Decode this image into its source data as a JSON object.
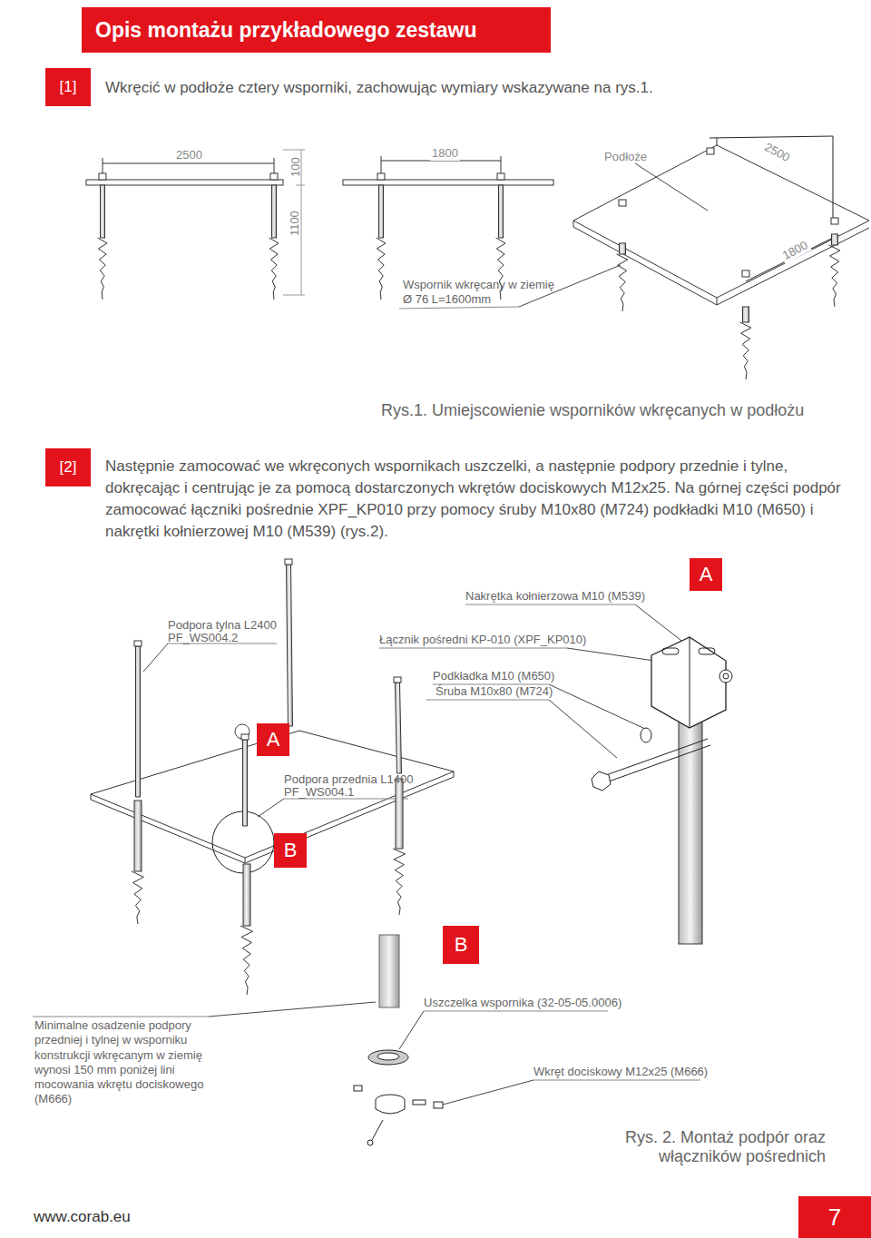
{
  "diagram": {
    "title": "Opis montażu przykładowego zestawu",
    "nodes": [
      {
        "text": [
          "[1]"
        ]
      },
      {
        "text": [
          "[2]"
        ]
      },
      {
        "text": [
          "A"
        ]
      },
      {
        "text": [
          "A"
        ]
      },
      {
        "text": [
          "B"
        ]
      },
      {
        "text": [
          "B"
        ]
      },
      {
        "text": [
          "7"
        ]
      }
    ],
    "labels": [
      "Wkręcić w podłoże cztery wsporniki, zachowując wymiary wskazywane na rys.1.",
      "2500",
      "100",
      "1100",
      "1800",
      "Podłoże",
      "2500",
      "1800",
      "Wspornik wkręcany w ziemię Ø 76 L=1600mm",
      "Rys.1. Umiejscowienie wsporników wkręcanych w podłożu",
      "Następnie zamocować we wkręconych wspornikach uszczelki, a następnie podpory przednie i tylne, dokręcając i centrując je za pomocą dostarczonych wkrętów dociskowych M12x25. Na górnej części podpór zamocować łączniki pośrednie XPF_KP010 przy pomocy śruby M10x80 (M724) podkładki M10 (M650) i nakrętki kołnierzowej M10 (M539) (rys.2).",
      "Nakrętka kołnierzowa M10 (M539)",
      "Podpora tylna L2400 PF_WS004.2",
      "Łącznik pośredni KP-010 (XPF_KP010)",
      "Podkładka M10 (M650)",
      "Śruba M10x80 (M724)",
      "Podpora przednia L1400 PF_WS004.1",
      "Uszczelka wspornika (32-05-05.0006)",
      "Minimalne osadzenie podpory przedniej i tylnej w wsporniku konstrukcji wkręcanym w ziemię wynosi 150 mm poniżej lini mocowania wkrętu dociskowego (M666)",
      "Wkręt dociskowy M12x25 (M666)",
      "Rys. 2. Montaż podpór oraz włączników pośrednich",
      "www.corab.eu"
    ]
  }
}
